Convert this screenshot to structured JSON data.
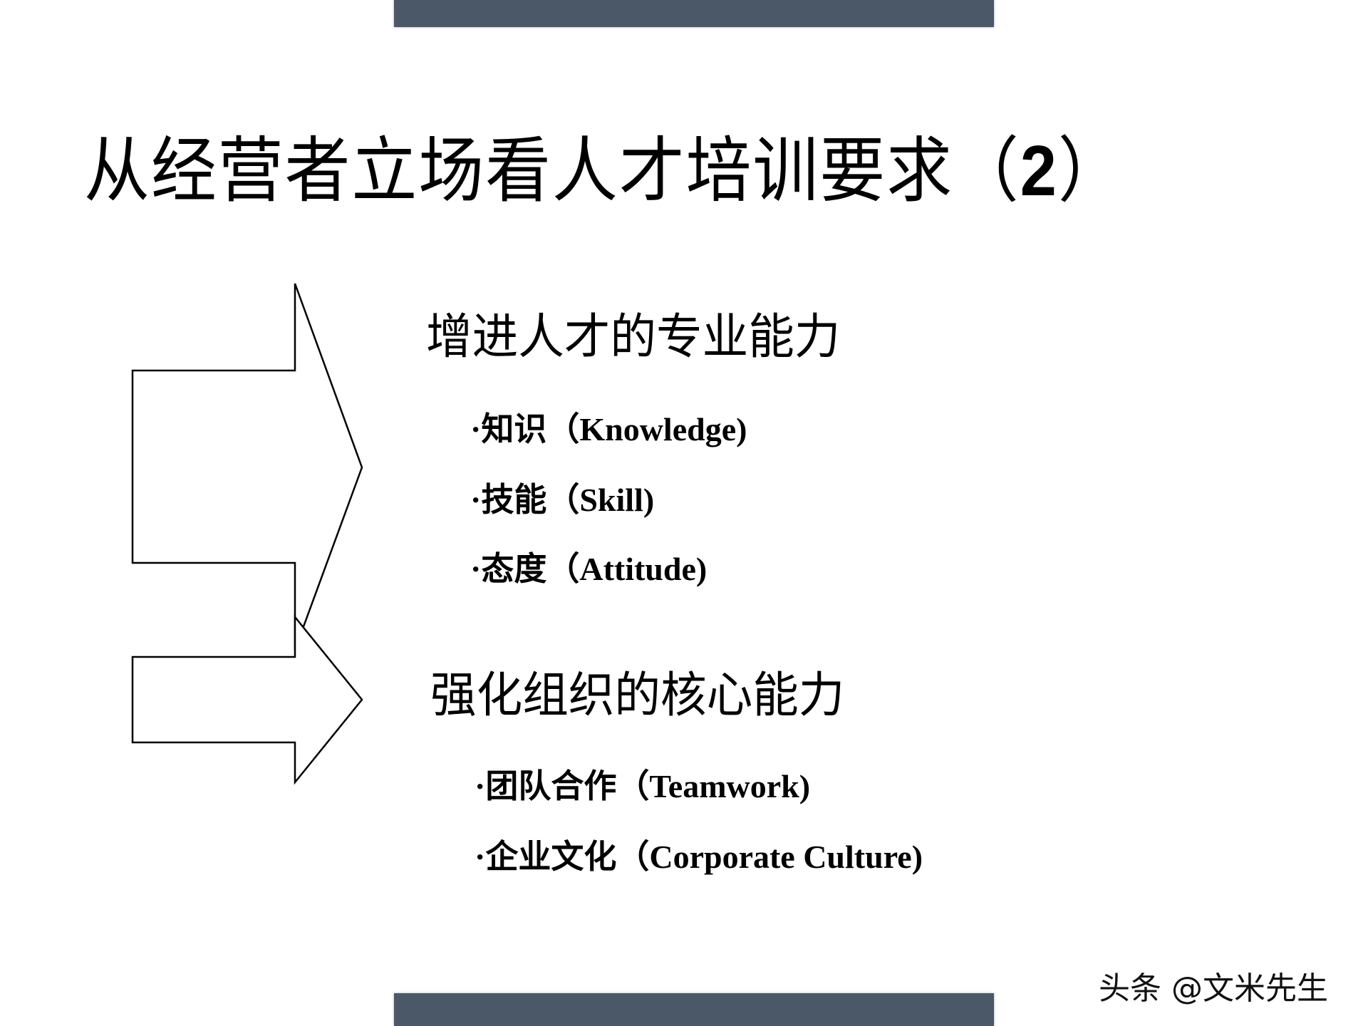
{
  "slide": {
    "title": "从经营者立场看人才培训要求（",
    "title_number": "2",
    "title_close": "）",
    "bar_color": "#4a5868",
    "sections": [
      {
        "heading": "增进人才的专业能力",
        "arrow_icon": "right-arrow-outline",
        "items": [
          {
            "bullet": "·",
            "zh": "知识",
            "en": "（Knowledge)"
          },
          {
            "bullet": "·",
            "zh": "技能",
            "en": "（Skill)"
          },
          {
            "bullet": "·",
            "zh": "态度",
            "en": "（Attitude)"
          }
        ]
      },
      {
        "heading": "强化组织的核心能力",
        "arrow_icon": "right-arrow-outline",
        "items": [
          {
            "bullet": "·",
            "zh": "团队合作",
            "en": "（Teamwork)"
          },
          {
            "bullet": "·",
            "zh": "企业文化",
            "en": "（Corporate Culture)"
          }
        ]
      }
    ]
  },
  "watermark": "头条 @文米先生"
}
